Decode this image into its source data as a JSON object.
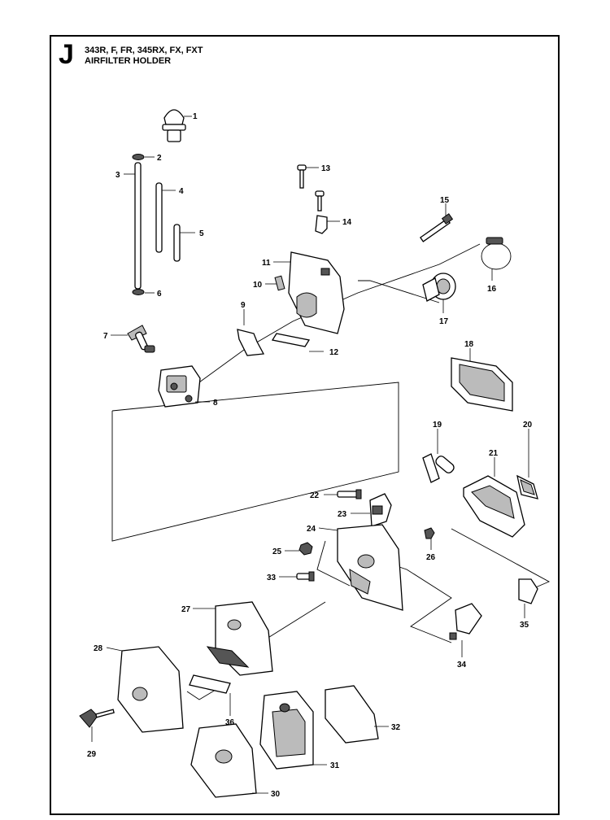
{
  "header": {
    "section_letter": "J",
    "models": "343R, F, FR, 345RX, FX, FXT",
    "title": "AIRFILTER HOLDER"
  },
  "callouts": [
    "1",
    "2",
    "3",
    "4",
    "5",
    "6",
    "7",
    "8",
    "9",
    "10",
    "11",
    "12",
    "13",
    "14",
    "15",
    "16",
    "17",
    "18",
    "19",
    "20",
    "21",
    "22",
    "23",
    "24",
    "25",
    "26",
    "27",
    "28",
    "29",
    "30",
    "31",
    "32",
    "33",
    "34",
    "35",
    "36"
  ]
}
